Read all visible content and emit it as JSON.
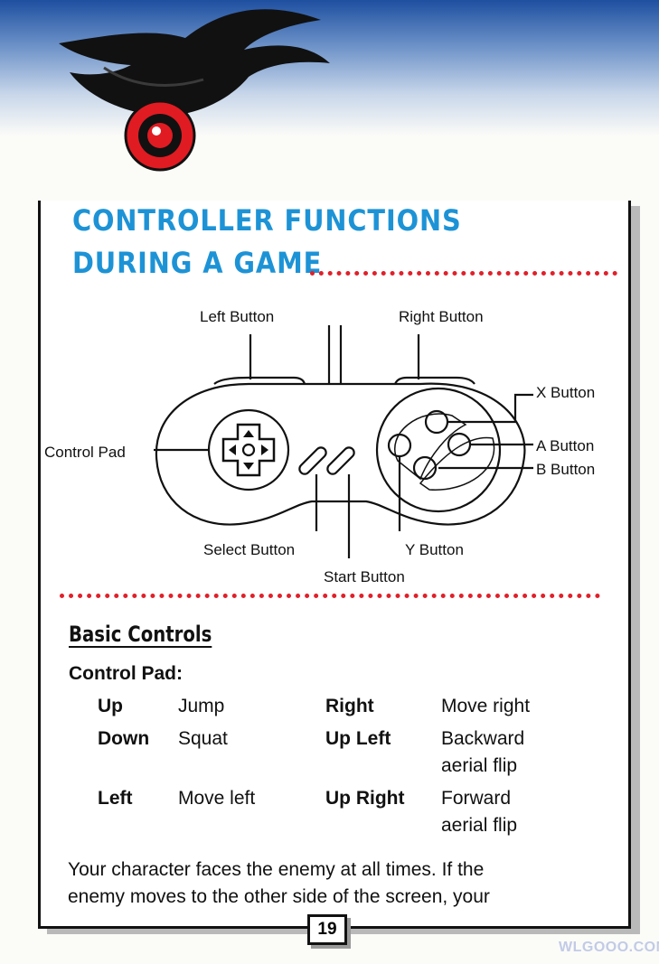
{
  "heading": {
    "line1": "CONTROLLER FUNCTIONS",
    "line2": "DURING A GAME"
  },
  "colors": {
    "heading": "#1d93d6",
    "dots": "#e0202a",
    "band": "#1e4fa0"
  },
  "diagram": {
    "left_button": "Left Button",
    "right_button": "Right Button",
    "x_button": "X  Button",
    "a_button": "A  Button",
    "b_button": "B  Button",
    "control_pad": "Control Pad",
    "select_button": "Select Button",
    "y_button": "Y  Button",
    "start_button": "Start Button"
  },
  "basic_controls": {
    "title": "Basic Controls",
    "control_pad_label": "Control Pad:",
    "rows": [
      {
        "key": "Up",
        "action": "Jump",
        "key2": "Right",
        "action2": "Move right"
      },
      {
        "key": "Down",
        "action": "Squat",
        "key2": "Up Left",
        "action2": "Backward",
        "action2b": "aerial flip"
      },
      {
        "key": "Left",
        "action": "Move left",
        "key2": "Up Right",
        "action2": "Forward",
        "action2b": "aerial flip"
      }
    ]
  },
  "body": {
    "line1": "Your character faces the enemy at all times.  If the",
    "line2": "enemy moves to the other side of the screen, your"
  },
  "page_number": "19",
  "watermark": "WLGOOO.COM"
}
